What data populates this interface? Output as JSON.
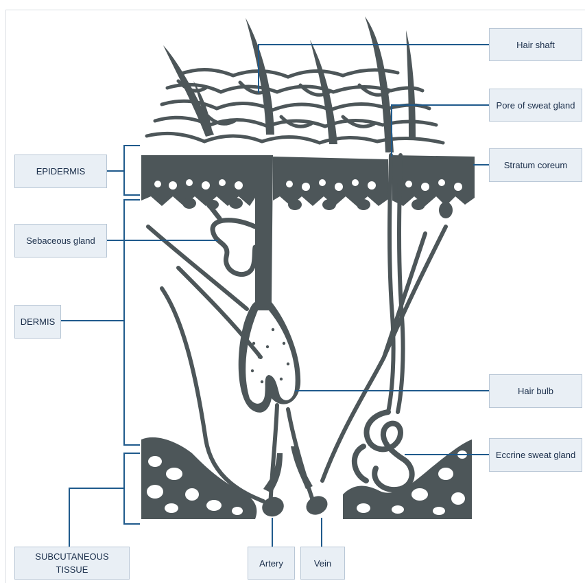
{
  "labels": {
    "epidermis": "EPIDERMIS",
    "sebaceous_gland": "Sebaceous gland",
    "dermis": "DERMIS",
    "subcutaneous_tissue": "SUBCUTANEOUS TISSUE",
    "artery": "Artery",
    "vein": "Vein",
    "hair_shaft": "Hair shaft",
    "pore_of_sweat_gland": "Pore of sweat gland",
    "stratum_coreum": "Stratum coreum",
    "hair_bulb": "Hair bulb",
    "eccrine_sweat_gland": "Eccrine sweat gland"
  },
  "colors": {
    "tissue": "#4d5659",
    "leader_line": "#1f5a8c",
    "label_fill": "#e9eff5",
    "label_border": "#b9c7d6",
    "label_text": "#1a2e4a"
  }
}
